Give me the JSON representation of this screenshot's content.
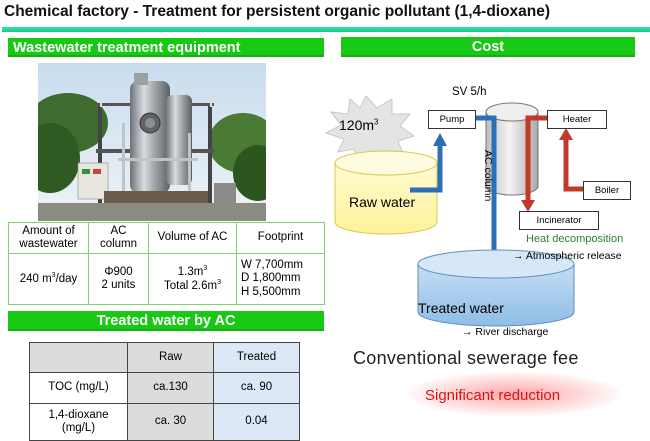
{
  "title": "Chemical factory - Treatment for persistent organic pollutant (1,4-dioxane)",
  "left_header": "Wastewater treatment equipment",
  "cost_header": "Cost",
  "treated_header": "Treated water by AC",
  "equipment_table": {
    "headers": [
      "Amount of wastewater",
      "AC column",
      "Volume of AC",
      "Footprint"
    ],
    "amount": {
      "value": "240 m",
      "sup": "3",
      "suffix": "/day"
    },
    "ac_column": [
      "Φ900",
      "2 units"
    ],
    "volume": {
      "line1": "1.3m",
      "line1_sup": "3",
      "line2": "Total 2.6m",
      "line2_sup": "3"
    },
    "footprint": [
      "W 7,700mm",
      "D 1,800mm",
      "H 5,500mm"
    ]
  },
  "treated_table": {
    "columns": [
      "",
      "Raw",
      "Treated"
    ],
    "rows": [
      {
        "label": "TOC (mg/L)",
        "raw": "ca.130",
        "treated": "ca. 90"
      },
      {
        "label": "1,4-dioxane (mg/L)",
        "label_lines": [
          "1,4-dioxane",
          "(mg/L)"
        ],
        "raw": "ca. 30",
        "treated": "0.04"
      }
    ]
  },
  "diagram": {
    "burst": {
      "value": "120m",
      "sup": "3"
    },
    "raw_water": "Raw water",
    "treated_water": "Treated water",
    "sv": "SV 5/h",
    "ac_column": "AC column",
    "pump": "Pump",
    "heater": "Heater",
    "boiler": "Boiler",
    "incinerator": "Incinerator",
    "heat_decomposition": "Heat decomposition",
    "atmospheric_release": "→ Atmospheric release",
    "river_discharge": "→ River discharge"
  },
  "conventional_fee": "Conventional sewerage fee",
  "significant_reduction": "Significant reduction",
  "colors": {
    "green_bar": "#17c914",
    "title_rule": "#1fd596",
    "flow_blue": "#2d6fb6",
    "flow_red": "#c0392b",
    "tank_yellow": "#fff7b0",
    "tank_blue": "#9ec7ea",
    "reduction_red": "#e01010"
  }
}
